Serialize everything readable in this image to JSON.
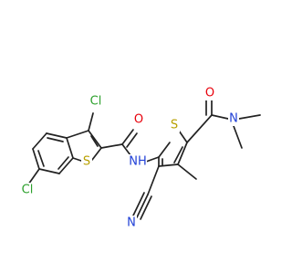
{
  "molecule": {
    "atoms": [
      {
        "id": "cl3",
        "label": "Cl",
        "color": "#2ca02c"
      },
      {
        "id": "cl6",
        "label": "Cl",
        "color": "#2ca02c"
      },
      {
        "id": "s_bt",
        "label": "S",
        "color": "#b8a000"
      },
      {
        "id": "o_amide",
        "label": "O",
        "color": "#e8000b"
      },
      {
        "id": "nh",
        "label": "NH",
        "color": "#1f3fd6"
      },
      {
        "id": "s_th",
        "label": "S",
        "color": "#b8a000"
      },
      {
        "id": "o_carbonyl",
        "label": "O",
        "color": "#e8000b"
      },
      {
        "id": "n_amine",
        "label": "N",
        "color": "#1f3fd6"
      },
      {
        "id": "n_nitrile",
        "label": "N",
        "color": "#1f3fd6"
      }
    ]
  }
}
